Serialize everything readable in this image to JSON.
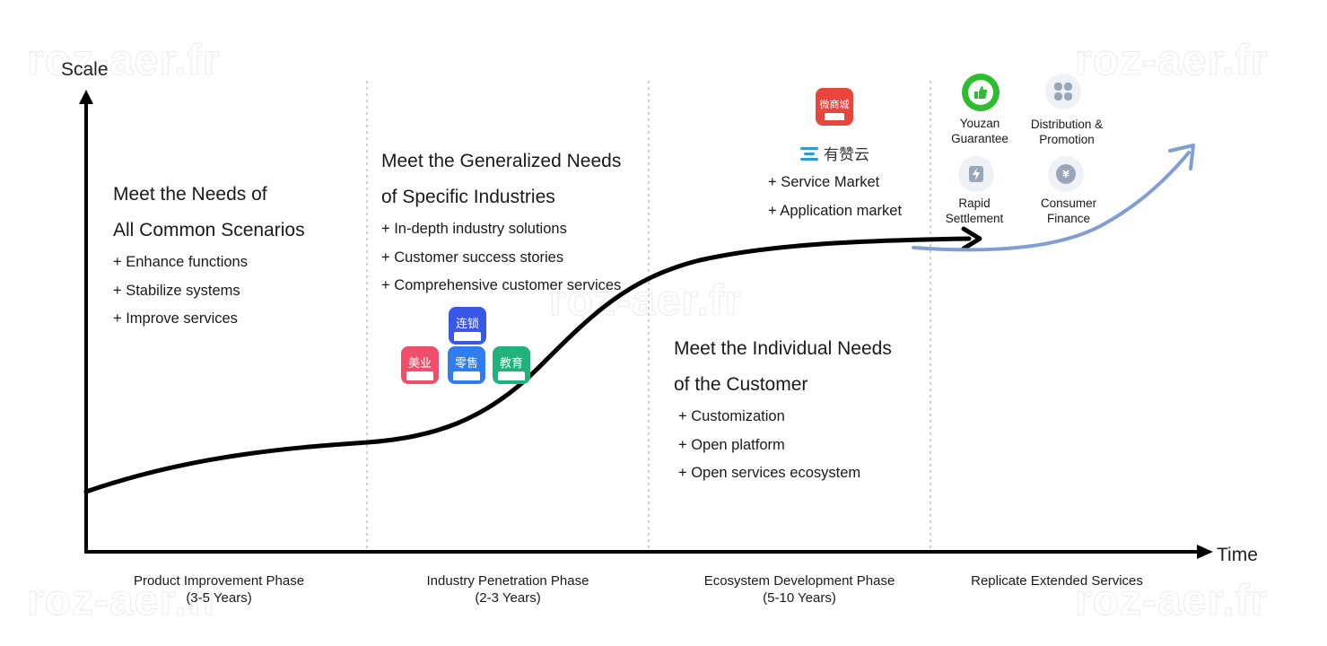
{
  "watermark": "roz-aer.fr",
  "axes": {
    "y_label": "Scale",
    "x_label": "Time"
  },
  "phases": [
    {
      "title": [
        "Meet the Needs of",
        "All Common Scenarios"
      ],
      "bullets": [
        "+ Enhance functions",
        "+ Stabilize systems",
        "+ Improve services"
      ],
      "label": [
        "Product Improvement Phase",
        "(3-5 Years)"
      ]
    },
    {
      "title": [
        "Meet the Generalized Needs",
        "of Specific Industries"
      ],
      "bullets": [
        "+ In-depth industry solutions",
        "+ Customer success stories",
        "+ Comprehensive customer services"
      ],
      "label": [
        "Industry Penetration Phase",
        "(2-3 Years)"
      ]
    },
    {
      "title": [
        "Meet the Individual Needs",
        "of the Customer"
      ],
      "bullets": [
        "+ Customization",
        "+ Open platform",
        "+ Open services ecosystem"
      ],
      "label": [
        "Ecosystem Development Phase",
        "(5-10 Years)"
      ]
    },
    {
      "label": [
        "Replicate Extended Services"
      ]
    }
  ],
  "industry_tiles": [
    {
      "text": "连锁",
      "color": "#3b57e8"
    },
    {
      "text": "美业",
      "color": "#ef4f6a"
    },
    {
      "text": "零售",
      "color": "#2f7df0"
    },
    {
      "text": "教育",
      "color": "#1fb27a"
    }
  ],
  "ecosystem": {
    "app_tile": {
      "text": "微商城",
      "color": "#e8453c"
    },
    "brand": "有赞云",
    "brand_color": "#2d9bdb",
    "bullets": [
      "+ Service Market",
      "+ Application market"
    ]
  },
  "extended_services": [
    {
      "label": [
        "Youzan",
        "Guarantee"
      ],
      "icon": "thumbs-up-icon",
      "color": "#2fbd2f"
    },
    {
      "label": [
        "Distribution &",
        "Promotion"
      ],
      "icon": "grid-icon",
      "color": "#9aa6b8"
    },
    {
      "label": [
        "Rapid",
        "Settlement"
      ],
      "icon": "lightning-icon",
      "color": "#9aa6b8"
    },
    {
      "label": [
        "Consumer",
        "Finance"
      ],
      "icon": "yen-icon",
      "color": "#9aa6b8"
    }
  ],
  "colors": {
    "curve": "#000000",
    "extension_curve": "#7f9fd3",
    "divider": "#b5b5b5"
  }
}
